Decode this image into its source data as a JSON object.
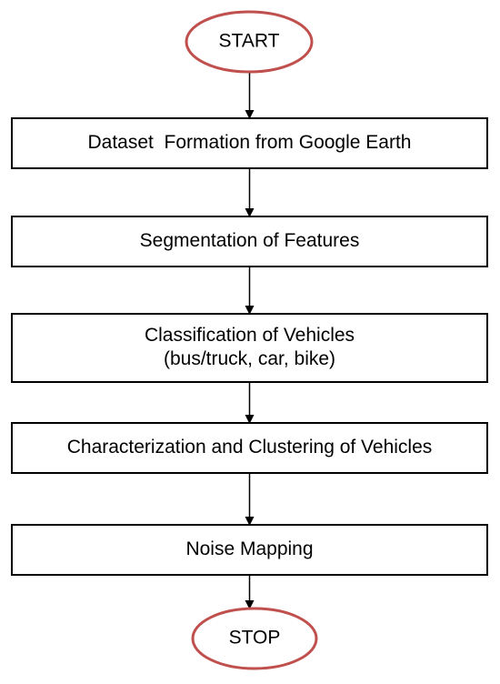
{
  "flowchart": {
    "nodes": [
      {
        "id": "start",
        "shape": "ellipse",
        "lines": [
          "START"
        ],
        "outline": "#c0504d"
      },
      {
        "id": "dataset",
        "shape": "rect",
        "lines": [
          "Dataset  Formation from Google Earth"
        ]
      },
      {
        "id": "segmentation",
        "shape": "rect",
        "lines": [
          "Segmentation of Features"
        ]
      },
      {
        "id": "classification",
        "shape": "rect",
        "lines": [
          "Classification of Vehicles",
          "(bus/truck, car, bike)"
        ]
      },
      {
        "id": "characterization",
        "shape": "rect",
        "lines": [
          "Characterization and Clustering of Vehicles"
        ]
      },
      {
        "id": "noise",
        "shape": "rect",
        "lines": [
          "Noise Mapping"
        ]
      },
      {
        "id": "stop",
        "shape": "ellipse",
        "lines": [
          "STOP"
        ],
        "outline": "#c0504d"
      }
    ],
    "edges": [
      {
        "from": "start",
        "to": "dataset"
      },
      {
        "from": "dataset",
        "to": "segmentation"
      },
      {
        "from": "segmentation",
        "to": "classification"
      },
      {
        "from": "classification",
        "to": "characterization"
      },
      {
        "from": "characterization",
        "to": "noise"
      },
      {
        "from": "noise",
        "to": "stop"
      }
    ],
    "colors": {
      "box_border": "#000000",
      "box_fill": "#ffffff",
      "arrow": "#000000"
    }
  }
}
